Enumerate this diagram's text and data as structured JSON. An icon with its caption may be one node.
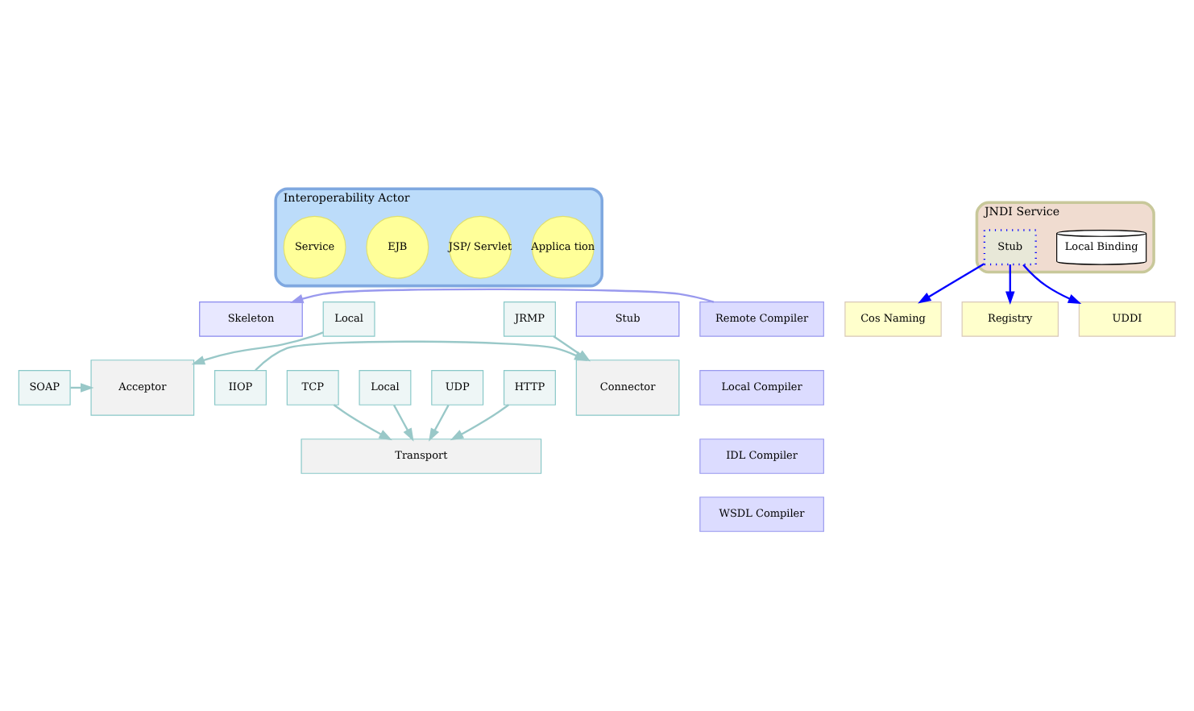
{
  "diagram": {
    "nodes": [
      {
        "text": [
          "Interoperability Actor"
        ]
      },
      {
        "text": [
          "Applica tion"
        ],
        "in": 0
      },
      {
        "text": [
          "JSP/ Servlet"
        ],
        "in": 0
      },
      {
        "text": [
          "EJB"
        ],
        "in": 0
      },
      {
        "text": [
          "Service"
        ],
        "in": 0
      },
      {
        "text": [
          "JNDI Service"
        ]
      },
      {
        "text": [
          "Local Binding"
        ],
        "in": 5
      },
      {
        "text": [
          "Stub"
        ],
        "in": 5
      },
      {
        "text": [
          "Cos Naming"
        ]
      },
      {
        "text": [
          "Registry"
        ]
      },
      {
        "text": [
          "UDDI"
        ]
      },
      {
        "text": [
          "Stub"
        ]
      },
      {
        "text": [
          "Skeleton"
        ]
      },
      {
        "text": [
          "Connector"
        ]
      },
      {
        "text": [
          "Acceptor"
        ]
      },
      {
        "text": [
          "Transport"
        ]
      },
      {
        "text": [
          "IIOP"
        ]
      },
      {
        "text": [
          "JRMP"
        ]
      },
      {
        "text": [
          "SOAP"
        ]
      },
      {
        "text": [
          "Local"
        ]
      },
      {
        "text": [
          "TCP"
        ]
      },
      {
        "text": [
          "Local"
        ]
      },
      {
        "text": [
          "UDP"
        ]
      },
      {
        "text": [
          "HTTP"
        ]
      },
      {
        "text": [
          "Remote Compiler"
        ]
      },
      {
        "text": [
          "Local Compiler"
        ]
      },
      {
        "text": [
          "IDL Compiler"
        ]
      },
      {
        "text": [
          "WSDL Compiler"
        ]
      }
    ],
    "edges": [
      {
        "from": 7,
        "to": 8,
        "arrow": "to",
        "color": "#0000ff"
      },
      {
        "from": 7,
        "to": 9,
        "arrow": "to",
        "color": "#0000ff"
      },
      {
        "from": 7,
        "to": 10,
        "arrow": "to",
        "color": "#0000ff"
      },
      {
        "from": 24,
        "to": 12,
        "arrow": "to",
        "color": "#9999ee"
      },
      {
        "from": 16,
        "to": 13,
        "arrow": "to"
      },
      {
        "from": 17,
        "to": 13,
        "arrow": "to"
      },
      {
        "from": 18,
        "to": 14,
        "arrow": "to"
      },
      {
        "from": 19,
        "to": 14,
        "arrow": "to"
      },
      {
        "from": 20,
        "to": 15,
        "arrow": "to"
      },
      {
        "from": 21,
        "to": 15,
        "arrow": "to"
      },
      {
        "from": 22,
        "to": 15,
        "arrow": "to"
      },
      {
        "from": 23,
        "to": 15,
        "arrow": "to"
      }
    ]
  }
}
